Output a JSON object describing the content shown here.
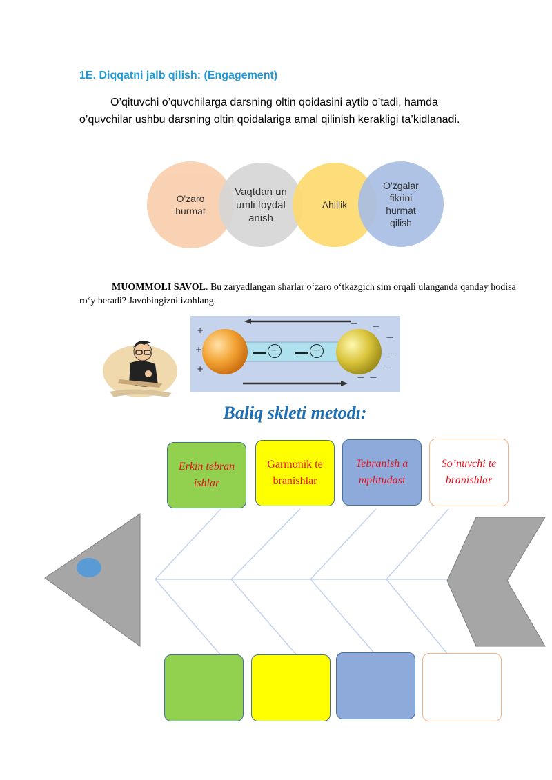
{
  "section": {
    "heading": "1E. Diqqatni jalb qilish: (Engagement)",
    "intro": "O’qituvchi o’quvchilarga darsning oltin qoidasini aytib o’tadi, hamda o’quvchilar ushbu darsning oltin qoidalariga amal qilinish kerakligi ta’kidlanadi."
  },
  "rules": [
    {
      "label": "O'zaro hurmat",
      "color": "#f8cfad"
    },
    {
      "label": "Vaqtdan unumli foydalanish",
      "color": "#d6d6d6"
    },
    {
      "label": "Ahillik",
      "color": "#fdda6e"
    },
    {
      "label": "O'zgalar fikrini hurmat qilish",
      "color": "#a8bee3"
    }
  ],
  "problem": {
    "lead": "MUOMMOLI SAVOL",
    "text": ". Bu zaryadlangan sharlar o‘zaro o‘tkazgich sim orqali ulanganda qanday hodisa ro‘y beradi? Javobingizni izohlang."
  },
  "illustration": {
    "plus_sign": "+",
    "minus_sign": "—",
    "electron_sign": "−"
  },
  "fishbone": {
    "title": "Baliq skleti metodı:",
    "top_boxes": [
      {
        "label": "Erkin tebranishlar",
        "fill": "#92d050",
        "border": "#41719c"
      },
      {
        "label": "Garmonik tebranishlar",
        "fill": "#ffff00",
        "border": "#41719c"
      },
      {
        "label": "Tebranish amplitudasi",
        "fill": "#8eaadb",
        "border": "#41719c"
      },
      {
        "label": "So’nuvchi tebranishlar",
        "fill": "#ffffff",
        "border": "#f4b183"
      }
    ],
    "bottom_boxes": [
      {
        "fill": "#92d050",
        "border": "#41719c"
      },
      {
        "fill": "#ffff00",
        "border": "#41719c"
      },
      {
        "fill": "#8eaadb",
        "border": "#41719c"
      },
      {
        "fill": "#ffffff",
        "border": "#f4b183"
      }
    ]
  }
}
